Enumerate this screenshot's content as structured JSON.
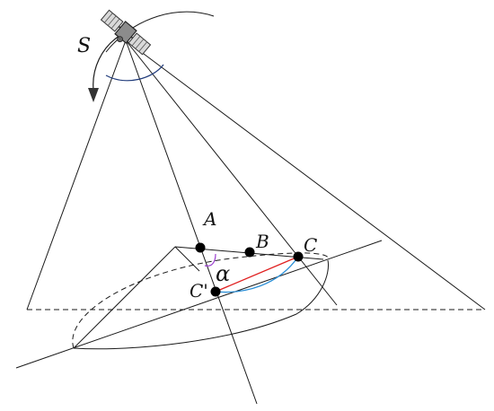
{
  "labels": {
    "S": "S",
    "A": "A",
    "B": "B",
    "C": "C",
    "C_prime": "C'",
    "alpha": "α"
  },
  "colors": {
    "line": "#1a1a1a",
    "red_line": "#e02020",
    "blue_arc": "#2b8fd6",
    "purple_angle": "#9b3fd0",
    "navy_arc": "#1f3a7a",
    "point": "#000000"
  },
  "icons": {
    "satellite": "satellite-icon",
    "rotation_arrow": "curved-arrow-icon"
  }
}
